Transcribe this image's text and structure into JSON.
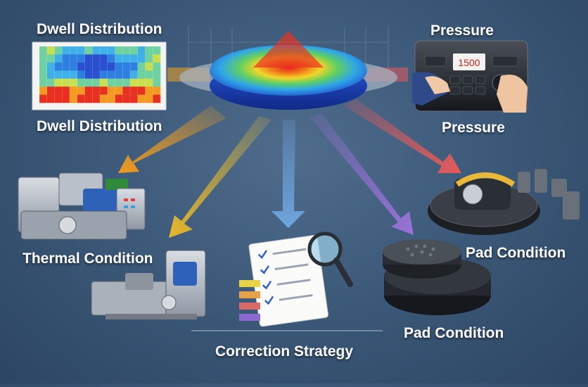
{
  "labels": {
    "dwell_top": "Dwell Distribution",
    "dwell_bottom": "Dwell Distribution",
    "pressure_top": "Pressure",
    "pressure_bottom": "Pressure",
    "thermal": "Thermal Condition",
    "pad_right": "Pad Condition",
    "pad_bottom": "Pad Condition",
    "correction": "Correction Strategy"
  },
  "display": {
    "pressure_reading": "1500"
  },
  "palette": {
    "background": "#3d5a7a",
    "arrow_orange": "#f0a020",
    "arrow_yellow": "#e8c030",
    "arrow_blue": "#6fa6e0",
    "arrow_purple": "#9a72d8",
    "arrow_red": "#e85a5a",
    "heat_cold": "#2a4fd0",
    "heat_hot": "#e83020"
  },
  "icons": {
    "center": "polishing-wafer-heatmap",
    "dwell": "heatmap-grid-chart",
    "pressure": "pressure-control-keypad",
    "thermal": "polishing-machine",
    "correction": "checklist-with-magnifier",
    "pad": "polishing-pad-disk",
    "pad_conditioner": "pad-conditioner-platen"
  }
}
